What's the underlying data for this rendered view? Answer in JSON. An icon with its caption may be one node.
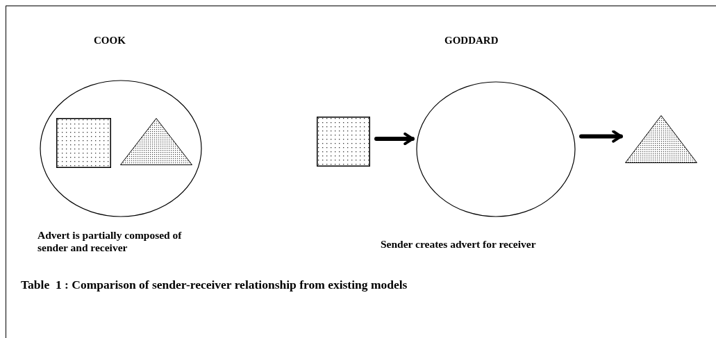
{
  "diagram": {
    "caption": "Table  1 : Comparison of sender-receiver relationship from existing models",
    "nodes": [
      {
        "text": [],
        "shape": "circle"
      },
      {
        "text": [],
        "shape": "box",
        "in": 0
      },
      {
        "text": [],
        "shape": "triangle",
        "in": 0
      },
      {
        "text": [],
        "shape": "box"
      },
      {
        "text": [],
        "shape": "circle"
      },
      {
        "text": [],
        "shape": "triangle"
      }
    ],
    "edges": [
      {
        "from": 3,
        "to": 4,
        "arrow": "to"
      },
      {
        "from": 4,
        "to": 5,
        "arrow": "to"
      }
    ],
    "labels": [
      "COOK",
      "GODDARD",
      "Advert is partially composed of sender and receiver",
      "Sender creates advert for receiver"
    ]
  }
}
